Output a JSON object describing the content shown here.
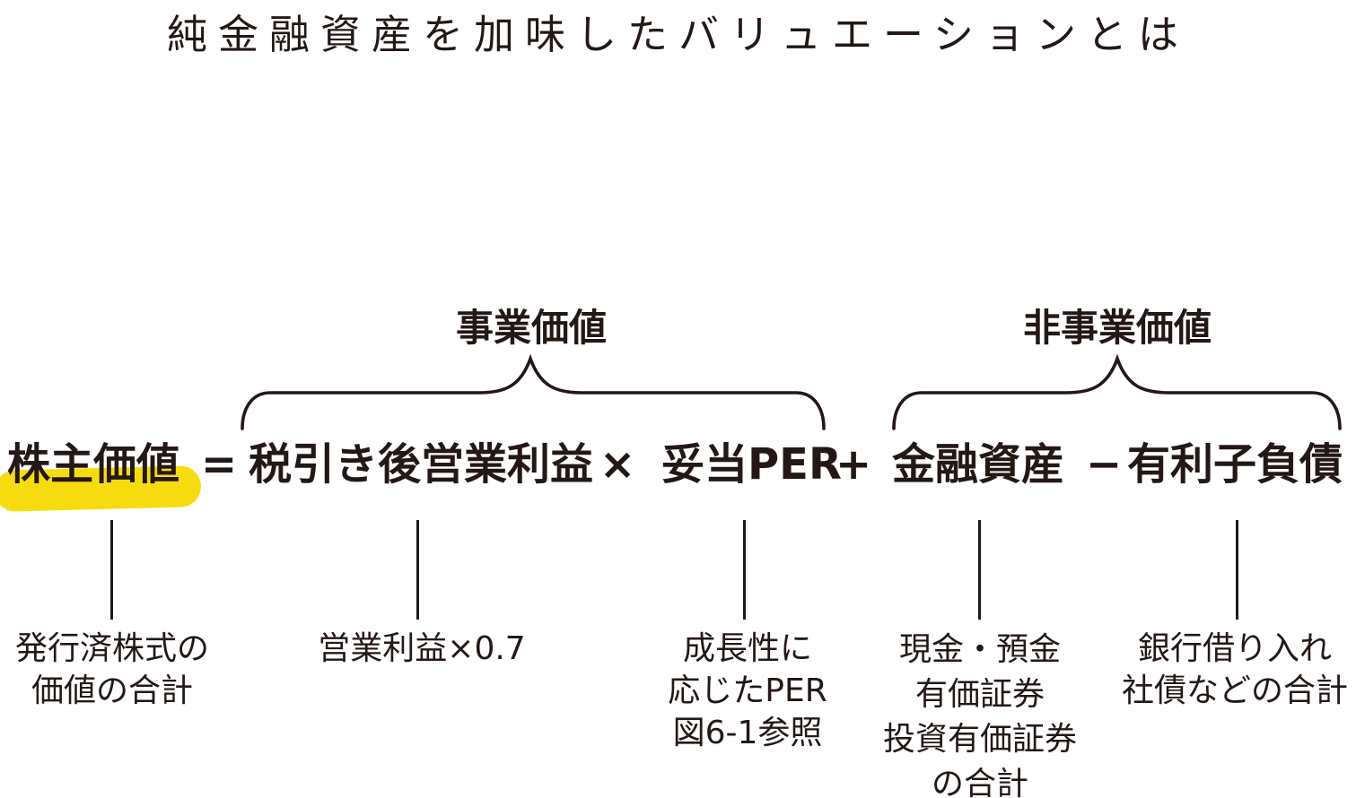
{
  "title": "純金融資産を加味したバリュエーションとは",
  "groups": {
    "business_value_label": "事業価値",
    "non_business_value_label": "非事業価値"
  },
  "formula": {
    "shareholder_value": "株主価値",
    "equals": "=",
    "after_tax_operating_profit": "税引き後営業利益",
    "multiply": "×",
    "fair_per": "妥当PER",
    "plus": "+",
    "financial_assets": "金融資産",
    "minus": "−",
    "interest_bearing_debt": "有利子負債"
  },
  "notes": {
    "shareholder_value": {
      "line1": "発行済株式の",
      "line2": "価値の合計"
    },
    "after_tax_operating_profit": {
      "line1": "営業利益×0.7"
    },
    "fair_per": {
      "line1": "成長性に",
      "line2": "応じたPER",
      "line3": "図6-1参照"
    },
    "financial_assets": {
      "line1": "現金・預金",
      "line2": "有価証券",
      "line3": "投資有価証券",
      "line4": "の合計"
    },
    "interest_bearing_debt": {
      "line1": "銀行借り入れ",
      "line2": "社債などの合計"
    }
  },
  "colors": {
    "highlight_yellow": "#f6dc0f",
    "ink": "#231815",
    "background": "#ffffff"
  }
}
